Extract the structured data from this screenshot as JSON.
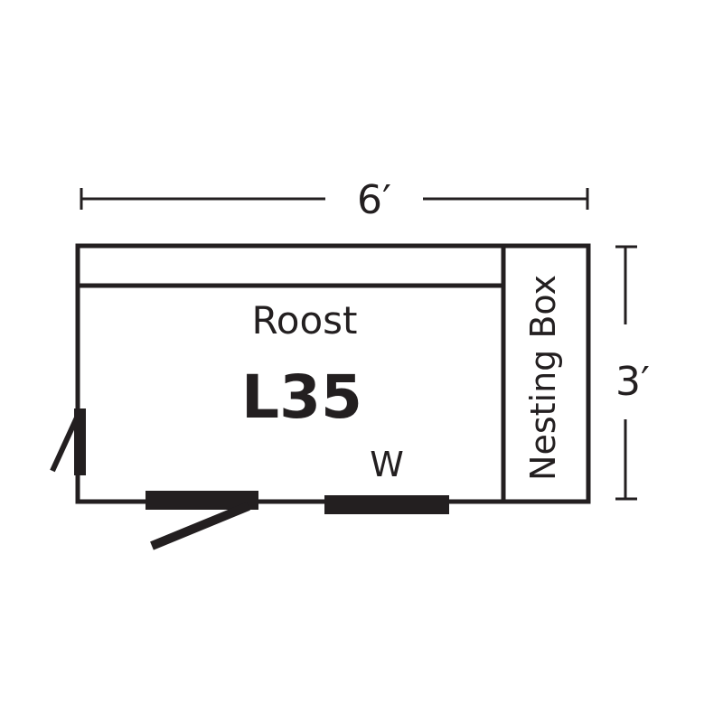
{
  "diagram": {
    "type": "floor-plan",
    "stroke_color": "#231f20",
    "background": "#ffffff",
    "dimensions": {
      "width_label": "6′",
      "depth_label": "3′"
    },
    "rooms": {
      "main_label": "Roost",
      "model_label": "L35",
      "nesting_box_label": "Nesting Box"
    },
    "openings": {
      "window_label": "W",
      "doors": [
        "front-door",
        "side-door"
      ]
    }
  }
}
